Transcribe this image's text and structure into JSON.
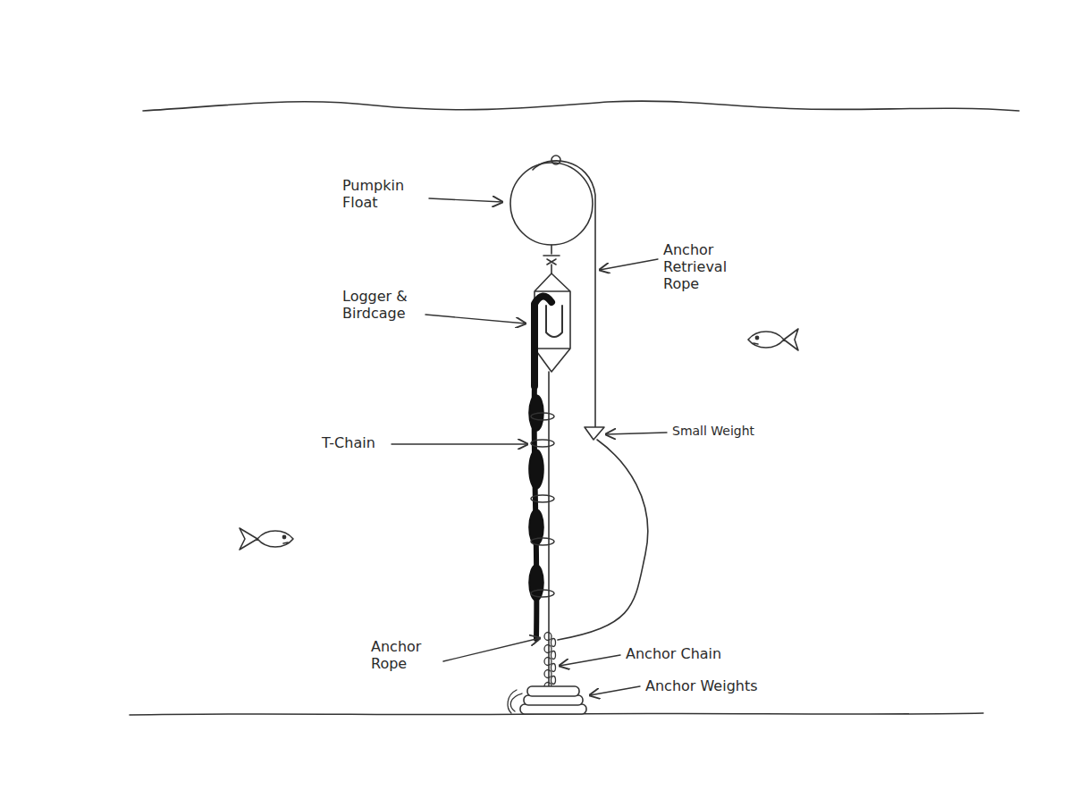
{
  "diagram": {
    "labels": [
      "Pumpkin Float",
      "Logger & Birdcage",
      "T-Chain",
      "Anchor Retrieval Rope",
      "Small Weight",
      "Anchor Rope",
      "Anchor Chain",
      "Anchor Weights"
    ]
  }
}
